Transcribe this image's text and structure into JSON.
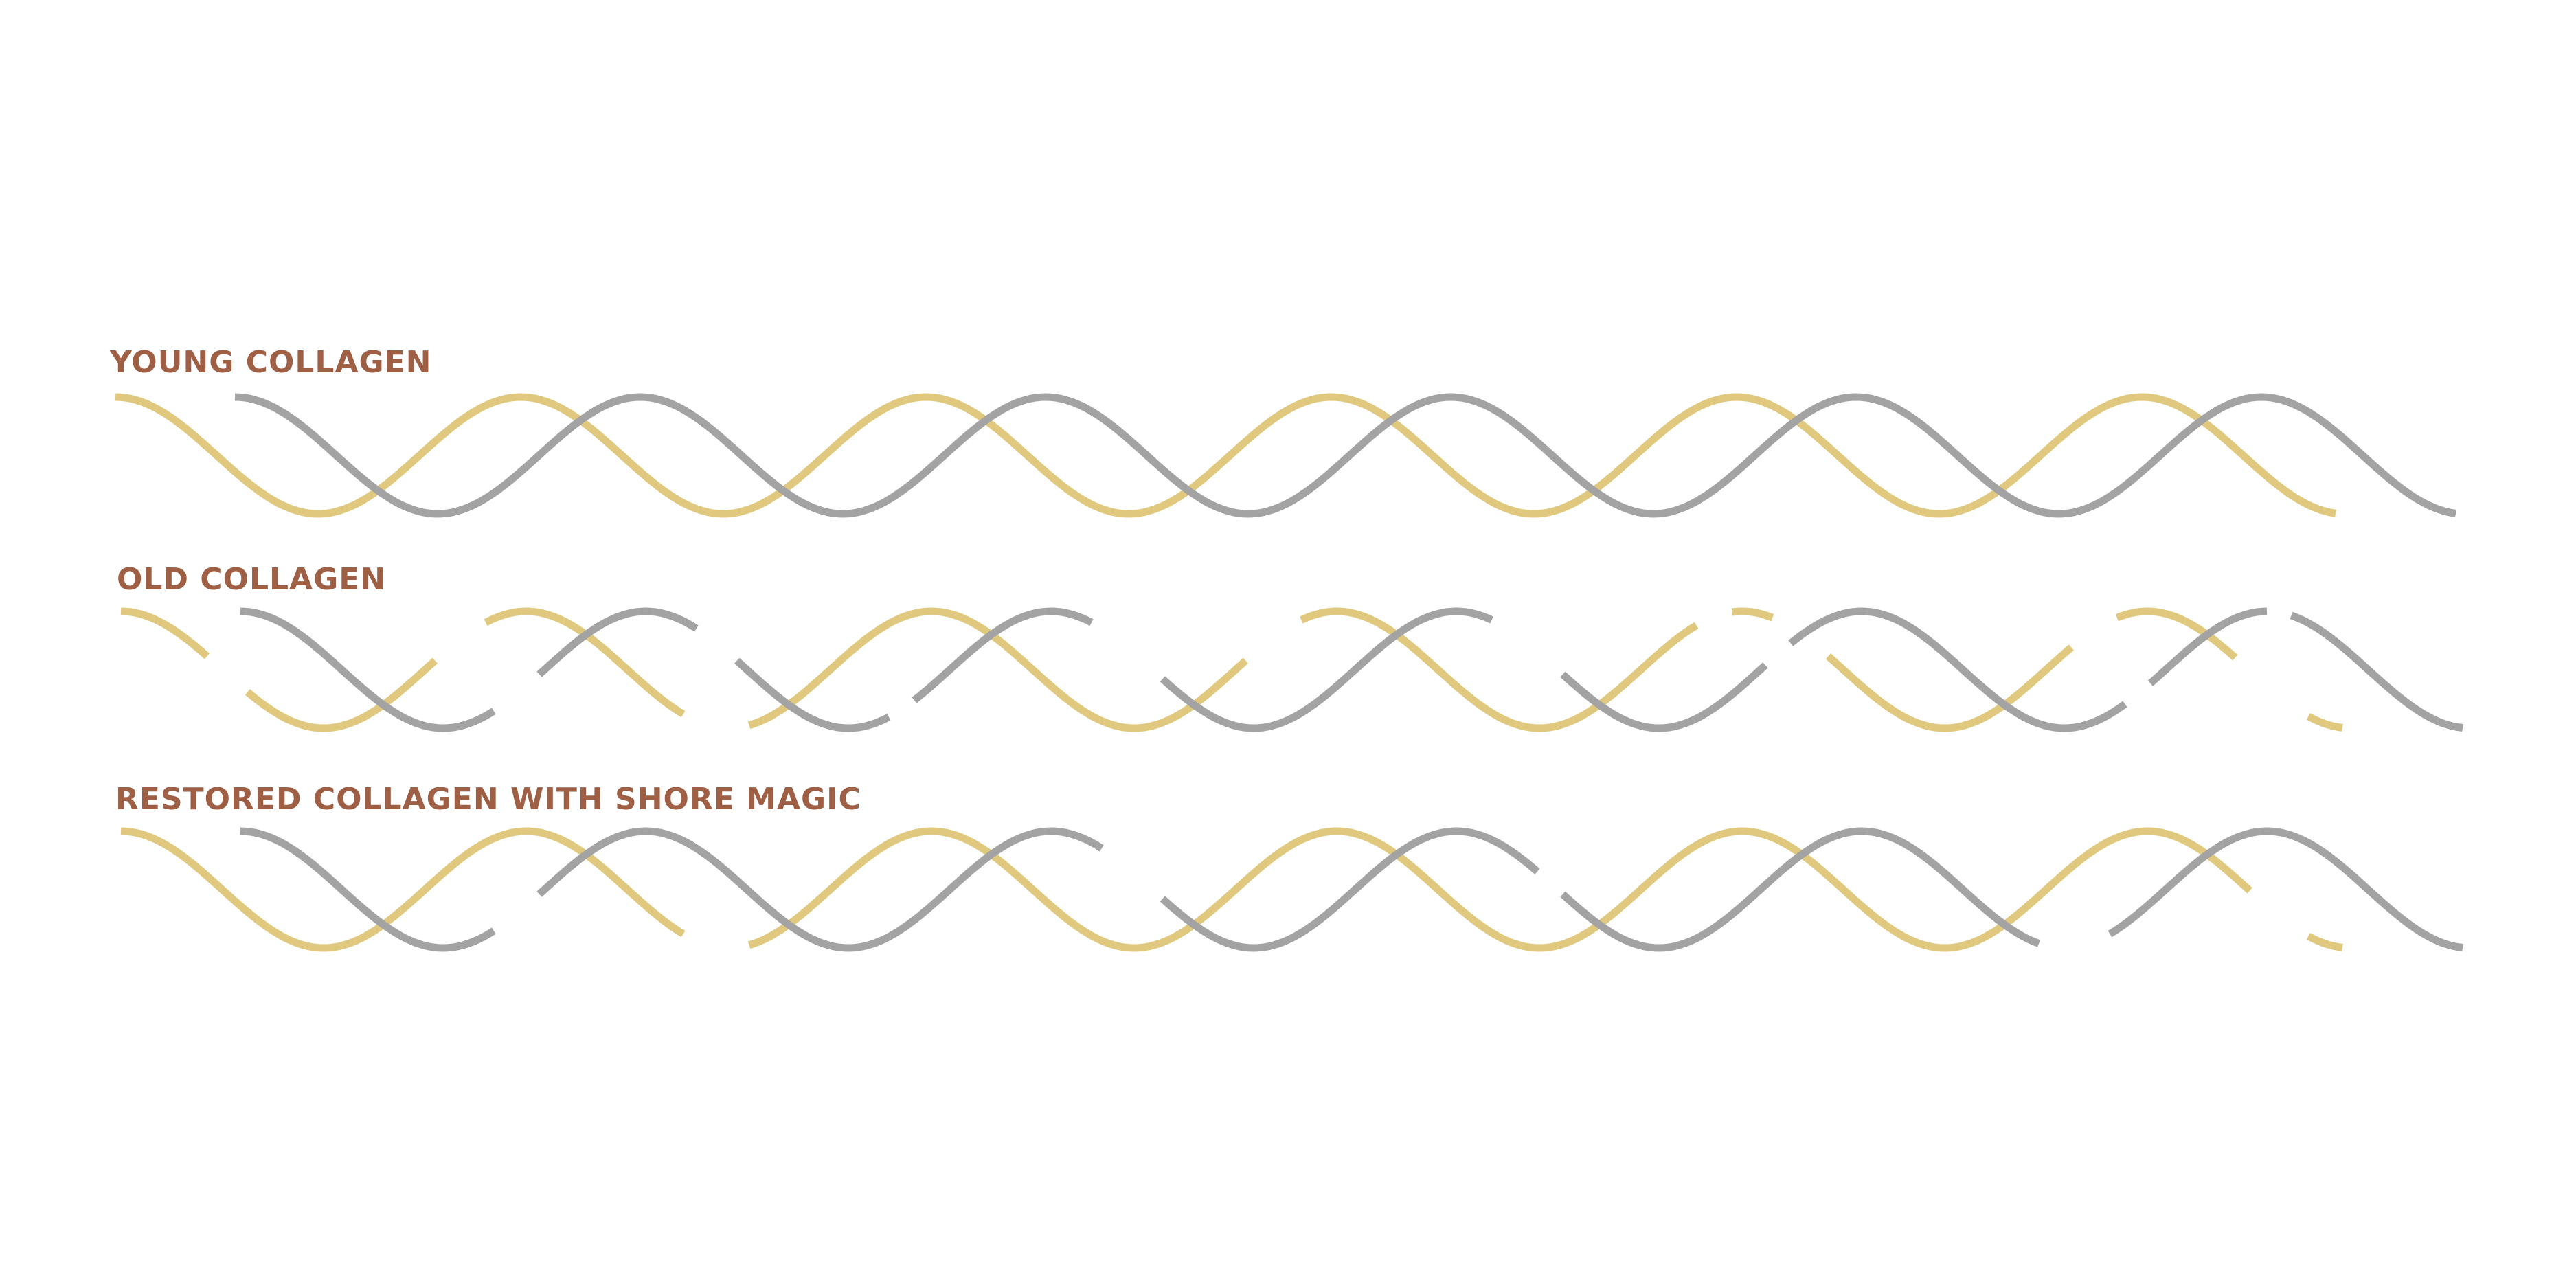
{
  "colors": {
    "background": "#ffffff",
    "label": "#9e5f45",
    "strand_a": "#e0c97e",
    "strand_b": "#a3a3a3"
  },
  "rows": [
    {
      "key": "young",
      "label": "YOUNG COLLAGEN",
      "intact": true
    },
    {
      "key": "old",
      "label": "OLD COLLAGEN",
      "intact": false
    },
    {
      "key": "restored",
      "label": "RESTORED COLLAGEN WITH SHORE MAGIC",
      "intact": false
    }
  ]
}
